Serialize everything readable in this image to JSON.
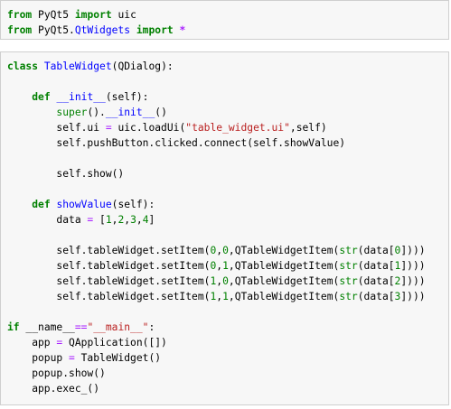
{
  "cells": [
    {
      "lines": [
        [
          {
            "t": "from",
            "c": "kw"
          },
          {
            "t": " "
          },
          {
            "t": "PyQt5",
            "c": ""
          },
          {
            "t": " "
          },
          {
            "t": "import",
            "c": "kw"
          },
          {
            "t": " uic"
          }
        ],
        [
          {
            "t": "from",
            "c": "kw"
          },
          {
            "t": " PyQt5."
          },
          {
            "t": "QtWidgets",
            "c": "mod"
          },
          {
            "t": " "
          },
          {
            "t": "import",
            "c": "kw"
          },
          {
            "t": " "
          },
          {
            "t": "*",
            "c": "op"
          }
        ]
      ]
    },
    {
      "lines": [
        [
          {
            "t": "class",
            "c": "kw"
          },
          {
            "t": " "
          },
          {
            "t": "TableWidget",
            "c": "cls"
          },
          {
            "t": "(QDialog):"
          }
        ],
        [],
        [
          {
            "t": "    "
          },
          {
            "t": "def",
            "c": "kw"
          },
          {
            "t": " "
          },
          {
            "t": "__init__",
            "c": "fn"
          },
          {
            "t": "(self):"
          }
        ],
        [
          {
            "t": "        "
          },
          {
            "t": "super",
            "c": "bi"
          },
          {
            "t": "()."
          },
          {
            "t": "__init__",
            "c": "fn"
          },
          {
            "t": "()"
          }
        ],
        [
          {
            "t": "        self.ui "
          },
          {
            "t": "=",
            "c": "eq"
          },
          {
            "t": " uic.loadUi("
          },
          {
            "t": "\"table_widget.ui\"",
            "c": "str"
          },
          {
            "t": ",self)"
          }
        ],
        [
          {
            "t": "        self.pushButton.clicked.connect(self.showValue)"
          }
        ],
        [],
        [
          {
            "t": "        self.show()"
          }
        ],
        [],
        [
          {
            "t": "    "
          },
          {
            "t": "def",
            "c": "kw"
          },
          {
            "t": " "
          },
          {
            "t": "showValue",
            "c": "fn"
          },
          {
            "t": "(self):"
          }
        ],
        [
          {
            "t": "        data "
          },
          {
            "t": "=",
            "c": "eq"
          },
          {
            "t": " ["
          },
          {
            "t": "1",
            "c": "num"
          },
          {
            "t": ","
          },
          {
            "t": "2",
            "c": "num"
          },
          {
            "t": ","
          },
          {
            "t": "3",
            "c": "num"
          },
          {
            "t": ","
          },
          {
            "t": "4",
            "c": "num"
          },
          {
            "t": "]"
          }
        ],
        [],
        [
          {
            "t": "        self.tableWidget.setItem("
          },
          {
            "t": "0",
            "c": "num"
          },
          {
            "t": ","
          },
          {
            "t": "0",
            "c": "num"
          },
          {
            "t": ",QTableWidgetItem("
          },
          {
            "t": "str",
            "c": "bi"
          },
          {
            "t": "(data["
          },
          {
            "t": "0",
            "c": "num"
          },
          {
            "t": "])))"
          }
        ],
        [
          {
            "t": "        self.tableWidget.setItem("
          },
          {
            "t": "0",
            "c": "num"
          },
          {
            "t": ","
          },
          {
            "t": "1",
            "c": "num"
          },
          {
            "t": ",QTableWidgetItem("
          },
          {
            "t": "str",
            "c": "bi"
          },
          {
            "t": "(data["
          },
          {
            "t": "1",
            "c": "num"
          },
          {
            "t": "])))"
          }
        ],
        [
          {
            "t": "        self.tableWidget.setItem("
          },
          {
            "t": "1",
            "c": "num"
          },
          {
            "t": ","
          },
          {
            "t": "0",
            "c": "num"
          },
          {
            "t": ",QTableWidgetItem("
          },
          {
            "t": "str",
            "c": "bi"
          },
          {
            "t": "(data["
          },
          {
            "t": "2",
            "c": "num"
          },
          {
            "t": "])))"
          }
        ],
        [
          {
            "t": "        self.tableWidget.setItem("
          },
          {
            "t": "1",
            "c": "num"
          },
          {
            "t": ","
          },
          {
            "t": "1",
            "c": "num"
          },
          {
            "t": ",QTableWidgetItem("
          },
          {
            "t": "str",
            "c": "bi"
          },
          {
            "t": "(data["
          },
          {
            "t": "3",
            "c": "num"
          },
          {
            "t": "])))"
          }
        ],
        [],
        [
          {
            "t": "if",
            "c": "kw"
          },
          {
            "t": " __name__"
          },
          {
            "t": "==",
            "c": "eq"
          },
          {
            "t": "\"__main__\"",
            "c": "str"
          },
          {
            "t": ":"
          }
        ],
        [
          {
            "t": "    app "
          },
          {
            "t": "=",
            "c": "eq"
          },
          {
            "t": " QApplication([])"
          }
        ],
        [
          {
            "t": "    popup "
          },
          {
            "t": "=",
            "c": "eq"
          },
          {
            "t": " TableWidget()"
          }
        ],
        [
          {
            "t": "    popup.show()"
          }
        ],
        [
          {
            "t": "    app.exec_()"
          }
        ]
      ]
    }
  ]
}
